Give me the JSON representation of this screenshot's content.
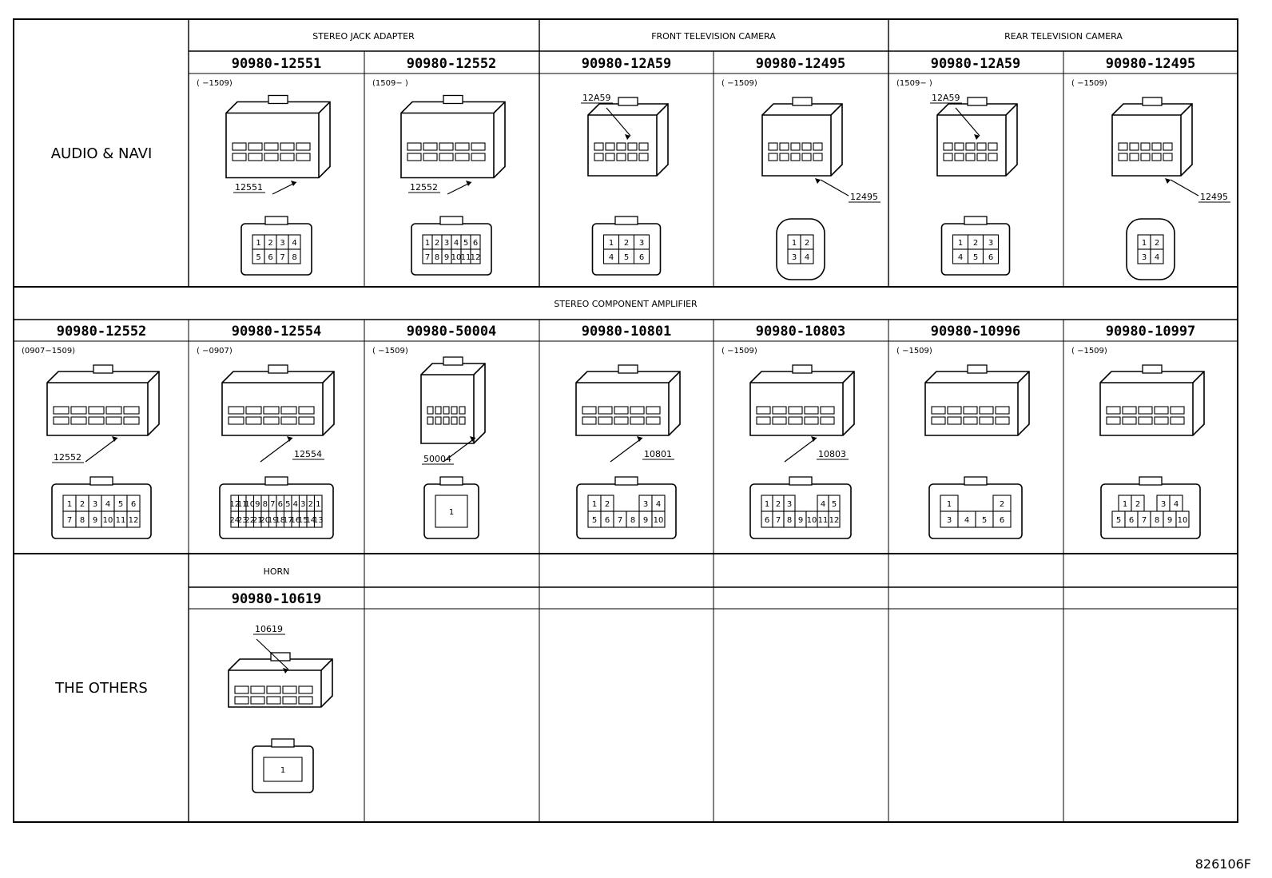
{
  "sections": {
    "audio": "AUDIO & NAVI",
    "others": "THE OTHERS"
  },
  "groups": {
    "stereo_jack": "STEREO JACK ADAPTER",
    "front_tv": "FRONT TELEVISION CAMERA",
    "rear_tv": "REAR TELEVISION CAMERA",
    "amplifier": "STEREO COMPONENT AMPLIFIER",
    "horn": "HORN"
  },
  "row1": [
    {
      "part": "90980-12551",
      "date": "(      −1509)",
      "callout": "12551",
      "pins": [
        [
          "1",
          "2",
          "3",
          "4"
        ],
        [
          "5",
          "6",
          "7",
          "8"
        ]
      ]
    },
    {
      "part": "90980-12552",
      "date": "(1509−      )",
      "callout": "12552",
      "pins": [
        [
          "1",
          "2",
          "3",
          "4",
          "5",
          "6"
        ],
        [
          "7",
          "8",
          "9",
          "10",
          "11",
          "12"
        ]
      ]
    },
    {
      "part": "90980-12A59",
      "date": "",
      "callout": "12A59",
      "pins": [
        [
          "1",
          "2",
          "3"
        ],
        [
          "4",
          "5",
          "6"
        ]
      ]
    },
    {
      "part": "90980-12495",
      "date": "(      −1509)",
      "callout": "12495",
      "pins": [
        [
          "1",
          "2"
        ],
        [
          "3",
          "4"
        ]
      ]
    },
    {
      "part": "90980-12A59",
      "date": "(1509−      )",
      "callout": "12A59",
      "pins": [
        [
          "1",
          "2",
          "3"
        ],
        [
          "4",
          "5",
          "6"
        ]
      ]
    },
    {
      "part": "90980-12495",
      "date": "(      −1509)",
      "callout": "12495",
      "pins": [
        [
          "1",
          "2"
        ],
        [
          "3",
          "4"
        ]
      ]
    }
  ],
  "row2": [
    {
      "part": "90980-12552",
      "date": "(0907−1509)",
      "callout": "12552",
      "pins": [
        [
          "1",
          "2",
          "3",
          "4",
          "5",
          "6"
        ],
        [
          "7",
          "8",
          "9",
          "10",
          "11",
          "12"
        ]
      ]
    },
    {
      "part": "90980-12554",
      "date": "(      −0907)",
      "callout": "12554",
      "pins": [
        [
          "12",
          "11",
          "10",
          "9",
          "8",
          "7",
          "6",
          "5",
          "4",
          "3",
          "2",
          "1"
        ],
        [
          "24",
          "23",
          "22",
          "21",
          "20",
          "19",
          "18",
          "17",
          "16",
          "15",
          "14",
          "13"
        ]
      ]
    },
    {
      "part": "90980-50004",
      "date": "(      −1509)",
      "callout": "50004",
      "pins": [
        [
          "1"
        ]
      ]
    },
    {
      "part": "90980-10801",
      "date": "",
      "callout": "10801",
      "pins": [
        [
          "1",
          "2",
          "",
          "",
          "3",
          "4"
        ],
        [
          "5",
          "6",
          "7",
          "8",
          "9",
          "10"
        ]
      ]
    },
    {
      "part": "90980-10803",
      "date": "(      −1509)",
      "callout": "10803",
      "pins": [
        [
          "1",
          "2",
          "3",
          "",
          "",
          "4",
          "5"
        ],
        [
          "6",
          "7",
          "8",
          "9",
          "10",
          "11",
          "12"
        ]
      ]
    },
    {
      "part": "90980-10996",
      "date": "(      −1509)",
      "callout": "",
      "pins": [
        [
          "1",
          "",
          "",
          "2"
        ],
        [
          "3",
          "4",
          "5",
          "6"
        ]
      ]
    },
    {
      "part": "90980-10997",
      "date": "(      −1509)",
      "callout": "",
      "pins": [
        [
          "1",
          "2",
          "",
          "3",
          "4"
        ],
        [
          "5",
          "6",
          "7",
          "8",
          "9",
          "10"
        ]
      ]
    }
  ],
  "row3": [
    {
      "part": "90980-10619",
      "date": "",
      "callout": "10619",
      "pins": [
        [
          "1"
        ]
      ]
    }
  ],
  "figure_code": "826106F"
}
